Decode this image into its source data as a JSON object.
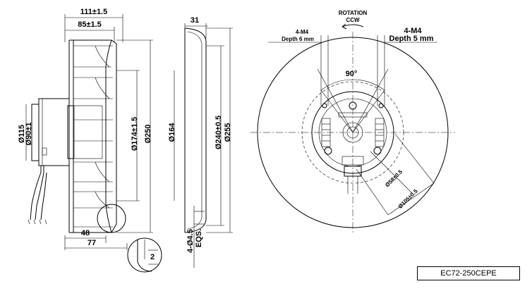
{
  "side_view": {
    "dims": {
      "width_overall": "111±1.5",
      "width_rotor": "85±1.5",
      "inlet_width": "48",
      "motor_width": "77",
      "dia_motor_flange": "Ø115",
      "dia_hub": "Ø90±1",
      "dia_mount_pcd": "Ø174±1.5",
      "dia_wheel": "Ø250",
      "detail_gap": "2"
    }
  },
  "inlet_ring_view": {
    "dims": {
      "ring_depth": "31",
      "dia_inner": "Ø164",
      "dia_pcd": "Ø240±0.5",
      "dia_outer": "Ø255",
      "holes": "4-Ø4.5",
      "holes_eqs": "EQS."
    }
  },
  "front_view": {
    "rotation_title": "ROTATION",
    "rotation_dir": "CCW",
    "left_threads": "4-M4",
    "left_threads_depth": "Depth 6 mm",
    "right_threads": "4-M4",
    "right_threads_depth": "Depth 5 mm",
    "angle": "90°",
    "dia_small_pcd": "Ø58±0.5",
    "dia_large_pcd": "Ø105±0.5"
  },
  "model_label": "EC72-250CEPE"
}
